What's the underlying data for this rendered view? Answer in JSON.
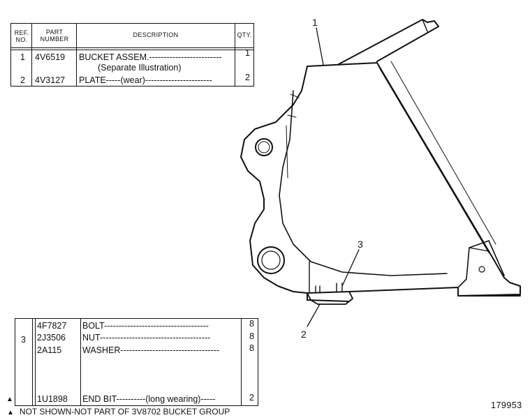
{
  "top_table": {
    "headers": {
      "ref": "REF. NO.",
      "part": "PART NUMBER",
      "desc": "DESCRIPTION",
      "qty": "QTY."
    },
    "rows": [
      {
        "ref": "1",
        "part": "4V6519",
        "desc": "BUCKET ASSEM.-------------------------",
        "desc2": "(Separate Illustration)",
        "qty": "1"
      },
      {
        "ref": "2",
        "part": "4V3127",
        "desc": "PLATE-----(wear)-----------------------",
        "qty": "2"
      }
    ]
  },
  "bottom_table": {
    "group_ref": "3",
    "rows": [
      {
        "part": "4F7827",
        "desc": "BOLT------------------------------------",
        "qty": "8"
      },
      {
        "part": "2J3506",
        "desc": "NUT--------------------------------------",
        "qty": "8"
      },
      {
        "part": "2A115",
        "desc": "WASHER----------------------------------",
        "qty": "8"
      },
      {
        "part": "1U1898",
        "desc": "END BIT----------(long wearing)-----",
        "qty": "2"
      }
    ]
  },
  "callouts": {
    "c1": "1",
    "c2": "2",
    "c3": "3"
  },
  "footnote": "NOT SHOWN-NOT PART OF 3V8702  BUCKET GROUP",
  "figure_number": "179953",
  "icons": {
    "not_shown_marker": "triangle-icon"
  }
}
